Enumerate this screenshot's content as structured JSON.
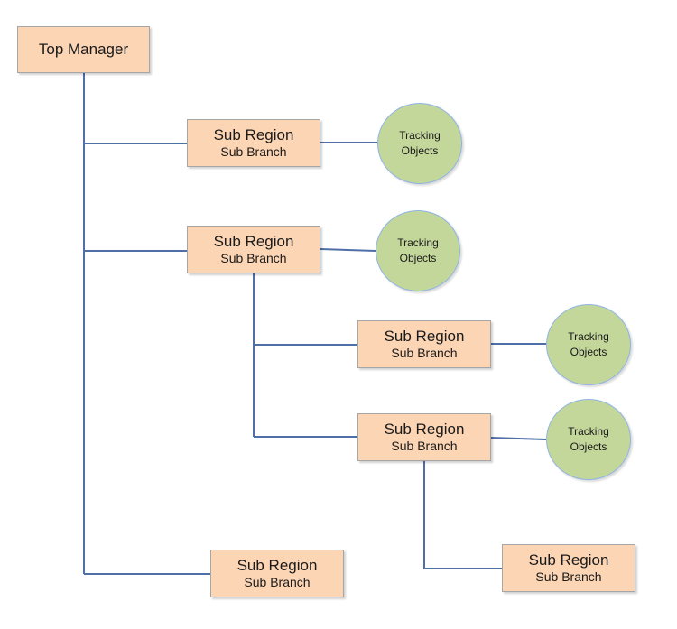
{
  "diagram": {
    "top": {
      "title": "Top Manager"
    },
    "region_title": "Sub Region",
    "region_subtitle": "Sub Branch",
    "tracking_line1": "Tracking",
    "tracking_line2": "Objects",
    "colors": {
      "box_fill": "#fcd5b5",
      "box_border": "#a6a6a6",
      "circle_fill": "#c4d79b",
      "circle_border": "#8eb4e3",
      "connector": "#4f6fa8"
    }
  }
}
